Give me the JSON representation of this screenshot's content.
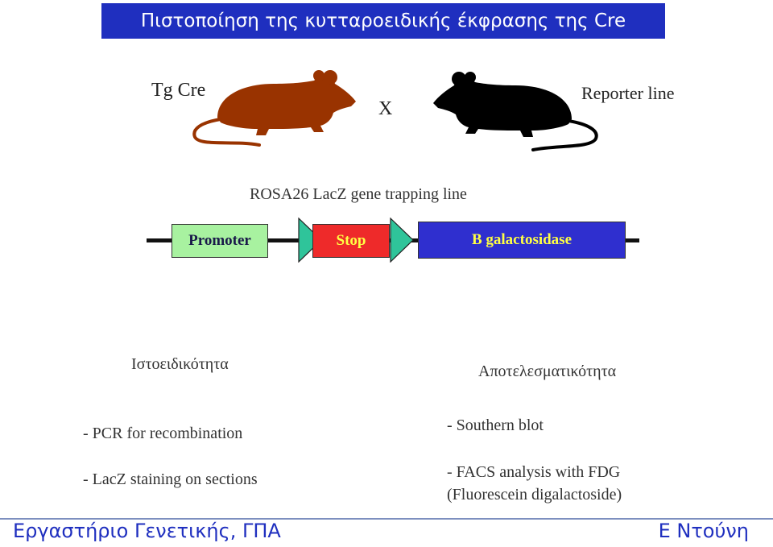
{
  "title": "Πιστοποίηση της κυτταροειδικής έκφρασης της Cre",
  "cross": {
    "left_label": "Tg Cre",
    "operator": "X",
    "right_label": "Reporter line",
    "left_mouse_color": "#993300",
    "right_mouse_color": "#000000"
  },
  "construct": {
    "title": "ROSA26 LacZ gene trapping line",
    "promoter": "Promoter",
    "stop": "Stop",
    "bgal": "B galactosidase",
    "loxp_color": "#2fc49a"
  },
  "left_column": {
    "heading": "Ιστοειδικότητα",
    "items": [
      "- PCR for recombination",
      "- LacZ staining on sections"
    ]
  },
  "right_column": {
    "heading": "Αποτελεσματικότητα",
    "items": [
      "- Southern blot",
      "- FACS analysis with FDG",
      "(Fluorescein digalactoside)"
    ]
  },
  "footer": {
    "left": "Εργαστήριο Γενετικής, ΓΠΑ",
    "right": "Ε Ντούνη"
  }
}
